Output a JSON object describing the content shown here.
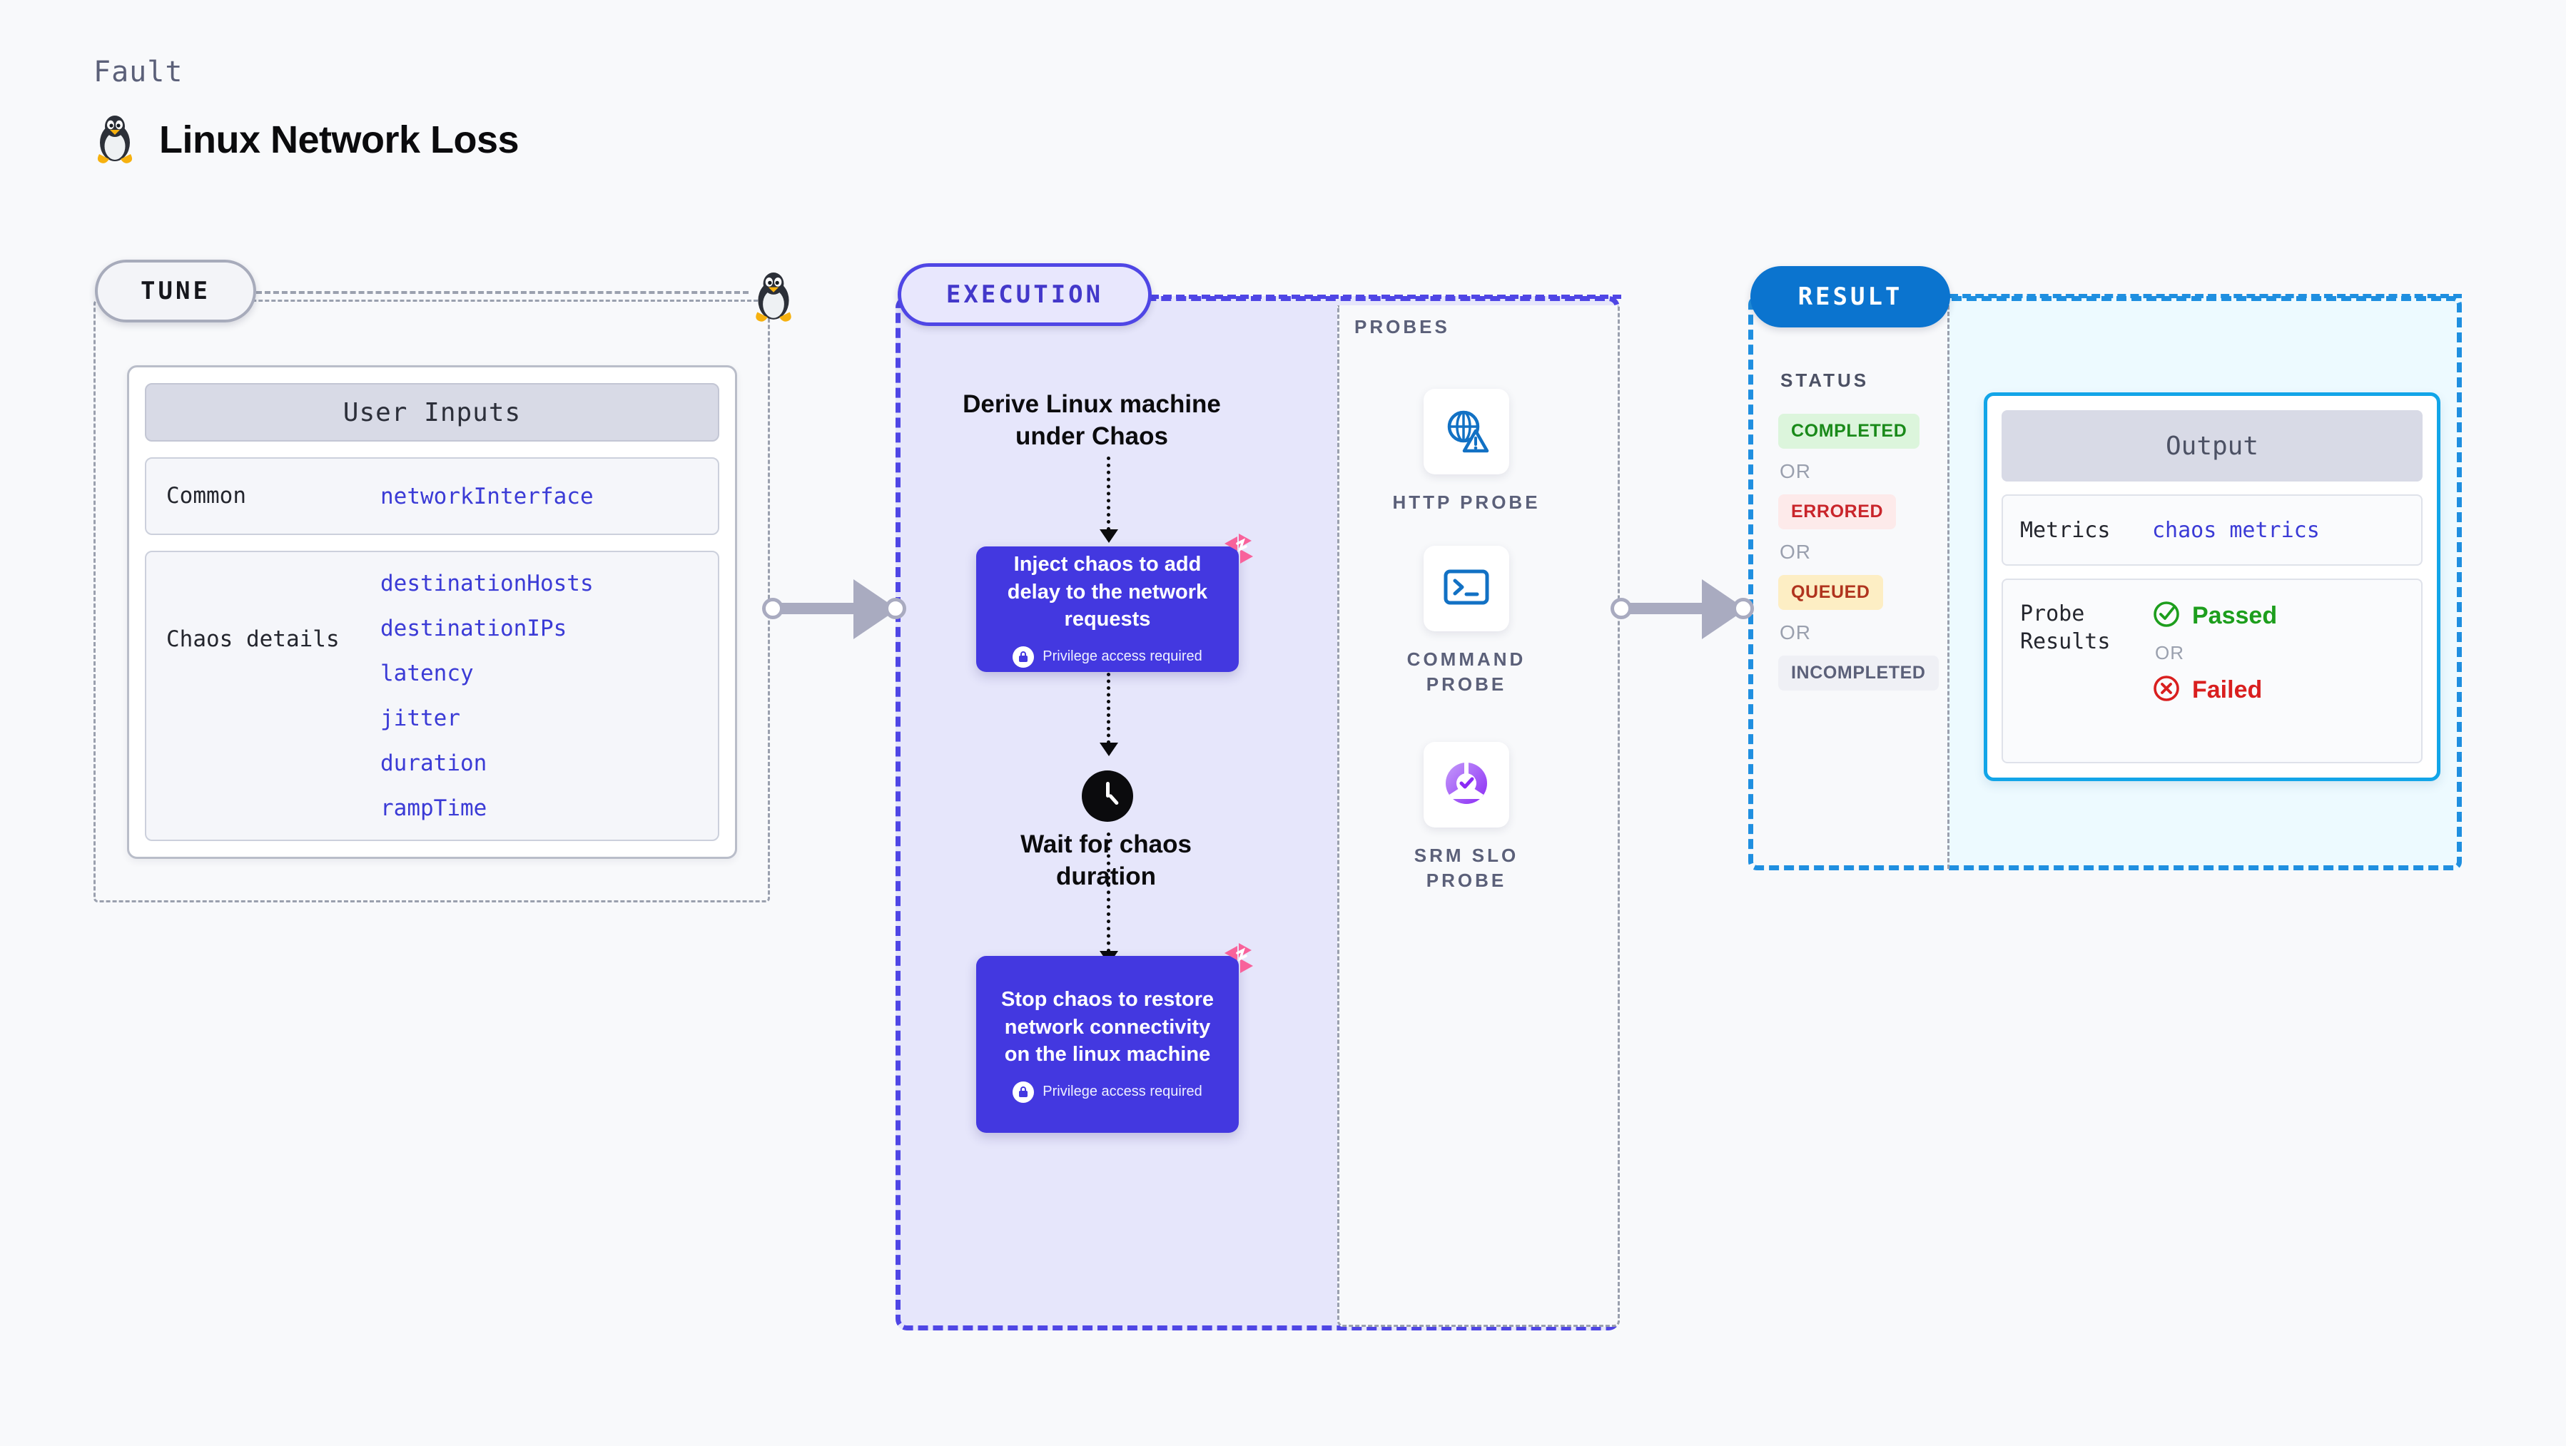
{
  "header": {
    "eyebrow": "Fault",
    "title": "Linux Network Loss",
    "icon": "linux-penguin-icon"
  },
  "sections": {
    "tune": {
      "badge": "TUNE"
    },
    "execution": {
      "badge": "EXECUTION"
    },
    "probes": {
      "label": "PROBES"
    },
    "result": {
      "badge": "RESULT"
    }
  },
  "tune": {
    "card_title": "User Inputs",
    "rows": [
      {
        "key": "Common",
        "values": [
          "networkInterface"
        ]
      },
      {
        "key": "Chaos details",
        "values": [
          "destinationHosts",
          "destinationIPs",
          "latency",
          "jitter",
          "duration",
          "rampTime"
        ]
      }
    ]
  },
  "execution": {
    "title": "Derive Linux machine under Chaos",
    "steps": [
      {
        "type": "chaos-box",
        "text": "Inject chaos to add delay to the network requests",
        "privilege_note": "Privilege access required",
        "badge_icon": "chaos-tag-icon",
        "lock_icon": "lock-icon"
      },
      {
        "type": "wait",
        "icon": "clock-icon",
        "text": "Wait for chaos duration"
      },
      {
        "type": "chaos-box",
        "text": "Stop chaos to restore network connectivity on the linux machine",
        "privilege_note": "Privilege access required",
        "badge_icon": "chaos-tag-icon",
        "lock_icon": "lock-icon"
      }
    ]
  },
  "probes": [
    {
      "name": "HTTP PROBE",
      "icon": "globe-warning-icon"
    },
    {
      "name": "COMMAND PROBE",
      "icon": "terminal-icon"
    },
    {
      "name": "SRM SLO PROBE",
      "icon": "slo-donut-check-icon"
    }
  ],
  "result": {
    "status_label": "STATUS",
    "or_label": "OR",
    "statuses": [
      {
        "label": "COMPLETED",
        "style": "sp-completed"
      },
      {
        "label": "ERRORED",
        "style": "sp-errored"
      },
      {
        "label": "QUEUED",
        "style": "sp-queued"
      },
      {
        "label": "INCOMPLETED",
        "style": "sp-incompleted"
      }
    ],
    "output": {
      "card_title": "Output",
      "metrics_key": "Metrics",
      "metrics_value": "chaos metrics",
      "probe_key": "Probe Results",
      "passed_label": "Passed",
      "failed_label": "Failed",
      "or_label": "OR"
    }
  },
  "colors": {
    "accent_purple": "#4338e0",
    "accent_blue": "#0b74cf",
    "probe_blue": "#1271c4",
    "status_green": "#1a8a1a",
    "status_red": "#c9252b",
    "status_amber": "#b0341e",
    "chaos_pink": "#f8629b",
    "mono_value": "#3b3bd6"
  }
}
